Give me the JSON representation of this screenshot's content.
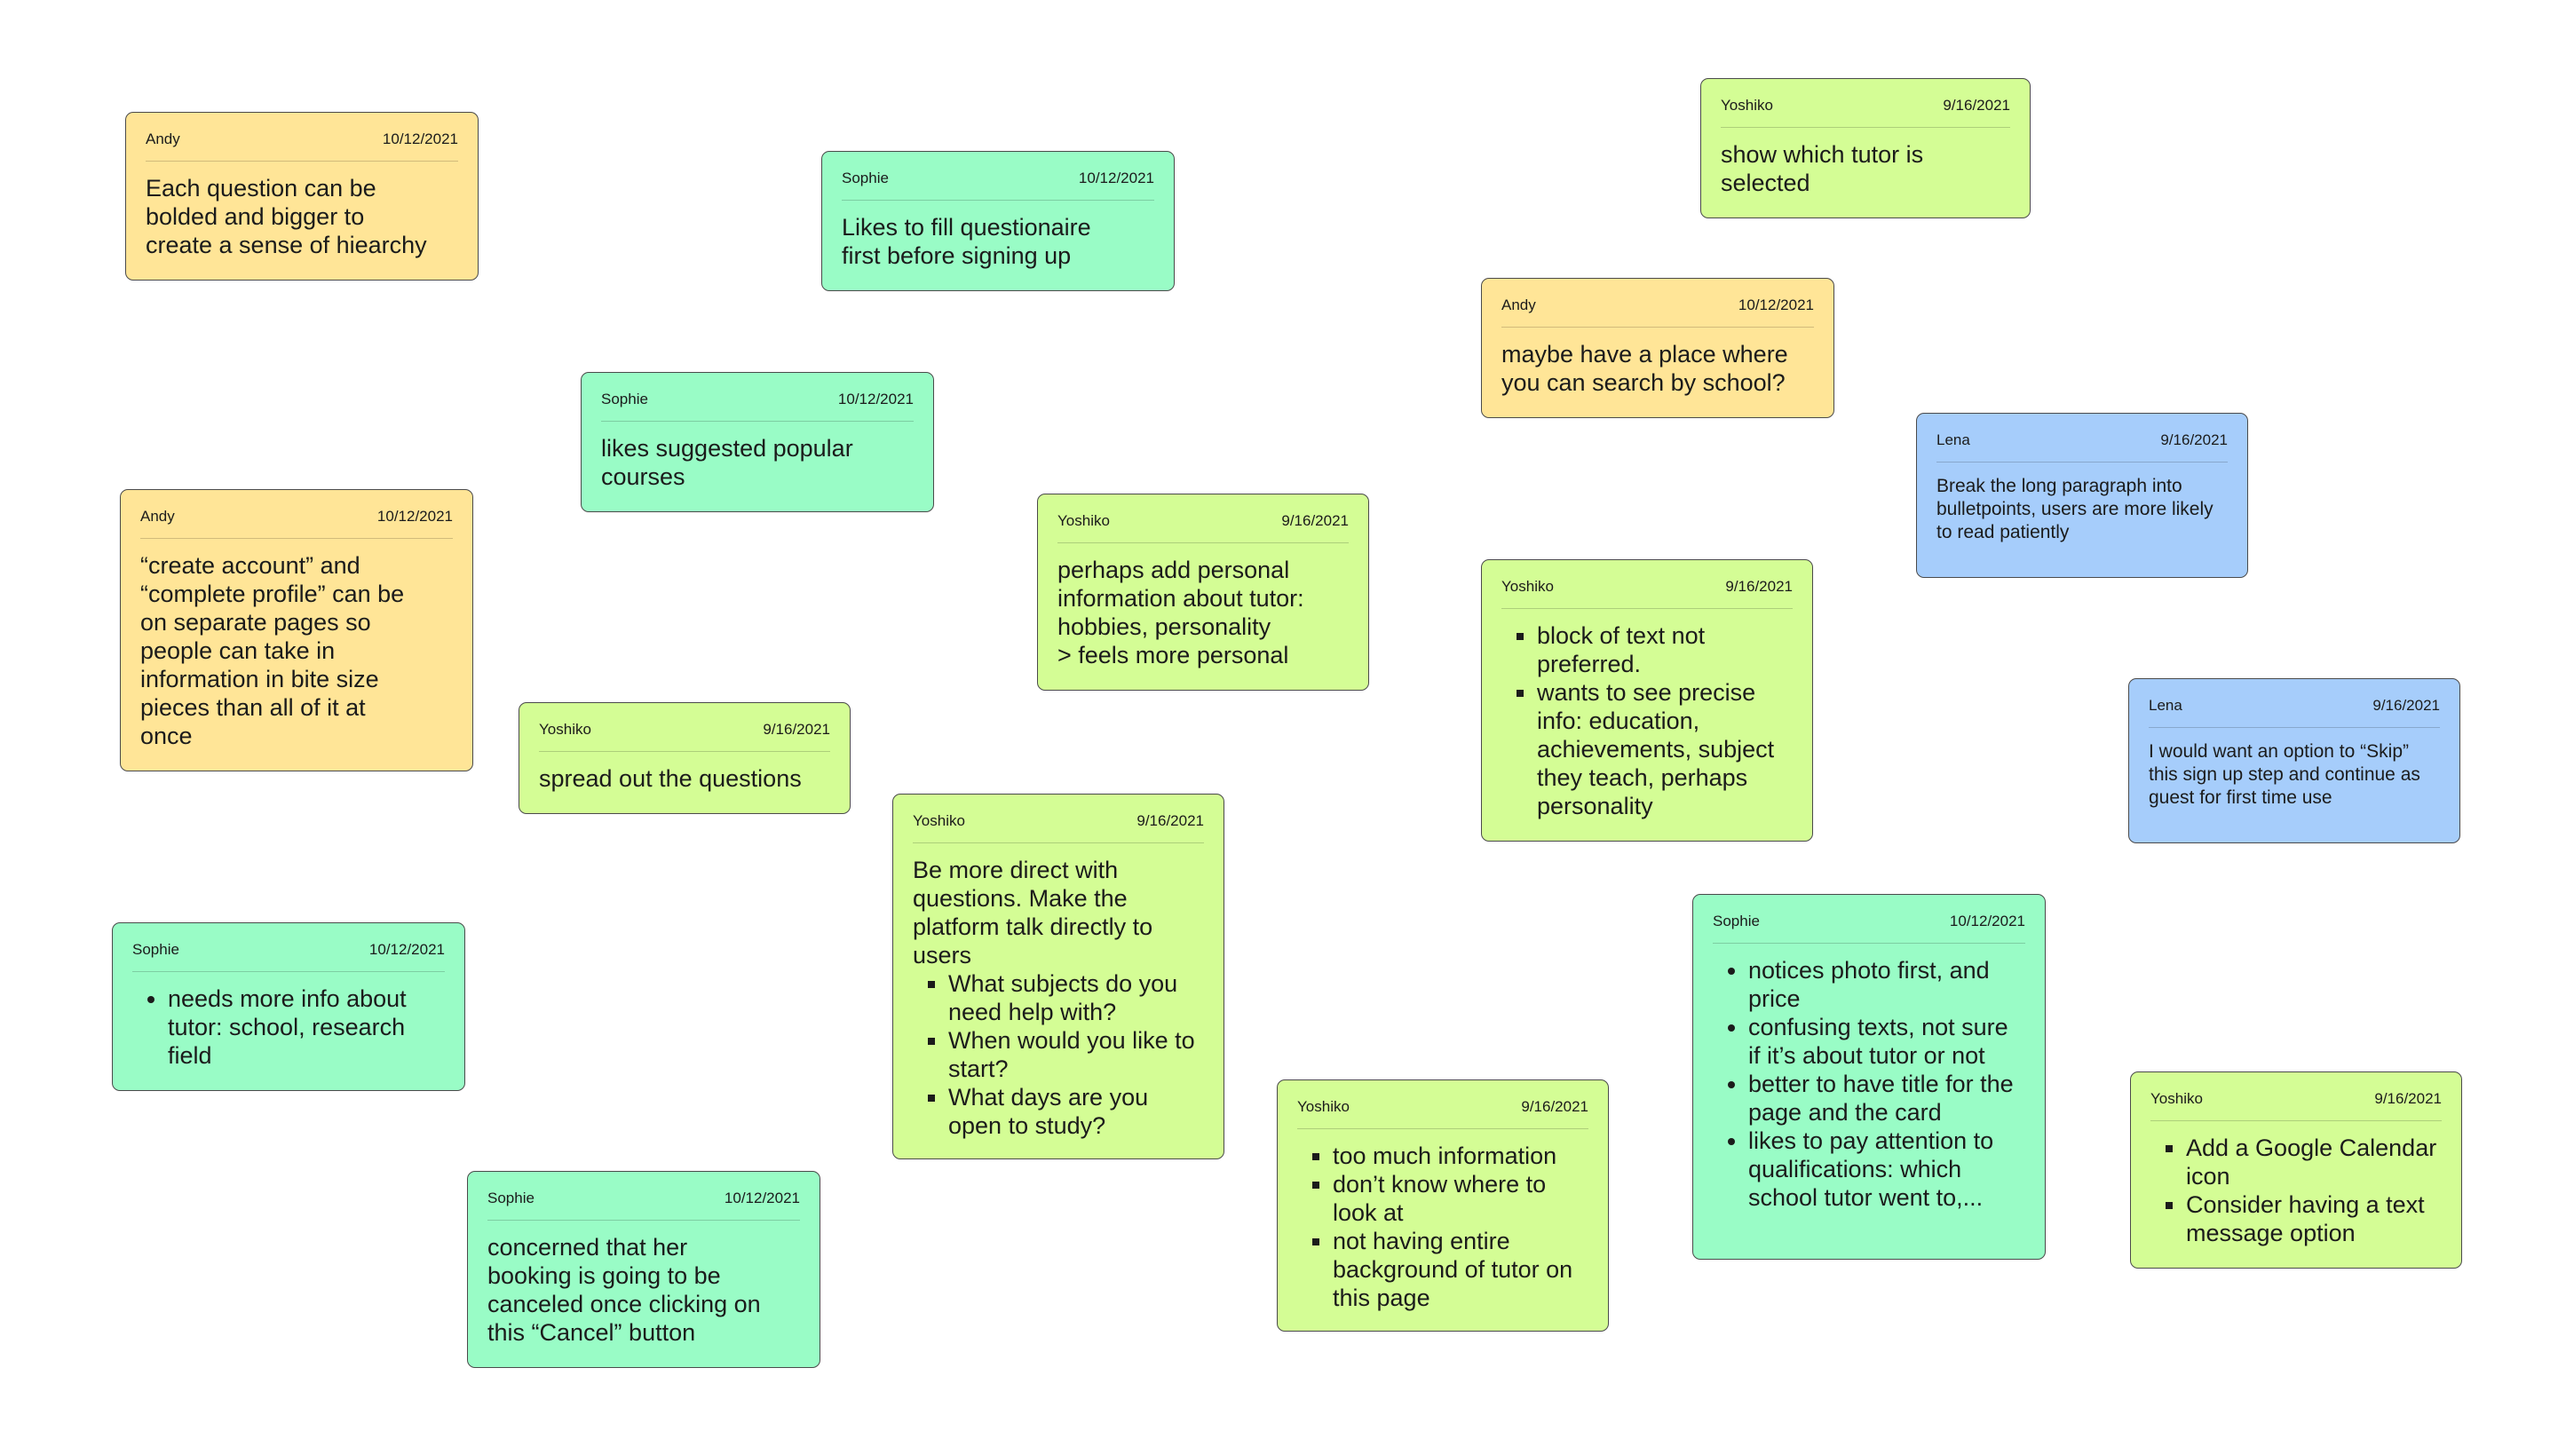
{
  "notes": [
    {
      "author": "Andy",
      "date": "10/12/2021",
      "text": "Each question can be\nbolded and bigger to\ncreate a sense of hiearchy"
    },
    {
      "author": "Sophie",
      "date": "10/12/2021",
      "text": "Likes to fill questionaire\nfirst before signing up"
    },
    {
      "author": "Yoshiko",
      "date": "9/16/2021",
      "text": "show which tutor is\nselected"
    },
    {
      "author": "Andy",
      "date": "10/12/2021",
      "text": "maybe have a place where\nyou can search by school?"
    },
    {
      "author": "Sophie",
      "date": "10/12/2021",
      "text": "likes suggested popular\ncourses"
    },
    {
      "author": "Lena",
      "date": "9/16/2021",
      "text": "Break the long paragraph into\nbulletpoints, users are more likely\nto read patiently"
    },
    {
      "author": "Andy",
      "date": "10/12/2021",
      "text": "“create account” and\n“complete profile” can be\non separate pages so\npeople can take in\ninformation in bite size\npieces than all of it at\nonce"
    },
    {
      "author": "Yoshiko",
      "date": "9/16/2021",
      "text": "perhaps add personal\ninformation about tutor:\nhobbies, personality\n> feels more personal"
    },
    {
      "author": "Yoshiko",
      "date": "9/16/2021",
      "items": [
        "block of text not preferred.",
        "wants to see precise info: education, achievements, subject they teach, perhaps personality"
      ]
    },
    {
      "author": "Yoshiko",
      "date": "9/16/2021",
      "text": "spread out the questions"
    },
    {
      "author": "Lena",
      "date": "9/16/2021",
      "text": "I would want an option to “Skip”\nthis sign up step and continue as\nguest for first time use"
    },
    {
      "author": "Yoshiko",
      "date": "9/16/2021",
      "intro": "Be more direct with questions. Make the platform talk directly to users",
      "items": [
        "What subjects do you need help with?",
        "When would you like to start?",
        "What days are you open to study?"
      ]
    },
    {
      "author": "Sophie",
      "date": "10/12/2021",
      "items": [
        "needs more info about tutor: school, research field"
      ]
    },
    {
      "author": "Sophie",
      "date": "10/12/2021",
      "items": [
        "notices photo first, and price",
        "confusing texts, not sure if it’s about tutor or not",
        "better to have title for the page and the card",
        "likes to pay attention to qualifications: which school tutor went to,..."
      ]
    },
    {
      "author": "Yoshiko",
      "date": "9/16/2021",
      "items": [
        "too much information",
        "don’t know where to look at",
        "not having entire background of tutor on this page"
      ]
    },
    {
      "author": "Yoshiko",
      "date": "9/16/2021",
      "items": [
        "Add a Google Calendar icon",
        "Consider having a text message option"
      ]
    },
    {
      "author": "Sophie",
      "date": "10/12/2021",
      "text": "concerned that her\nbooking is going to be\ncanceled once clicking on\nthis “Cancel” button"
    }
  ]
}
